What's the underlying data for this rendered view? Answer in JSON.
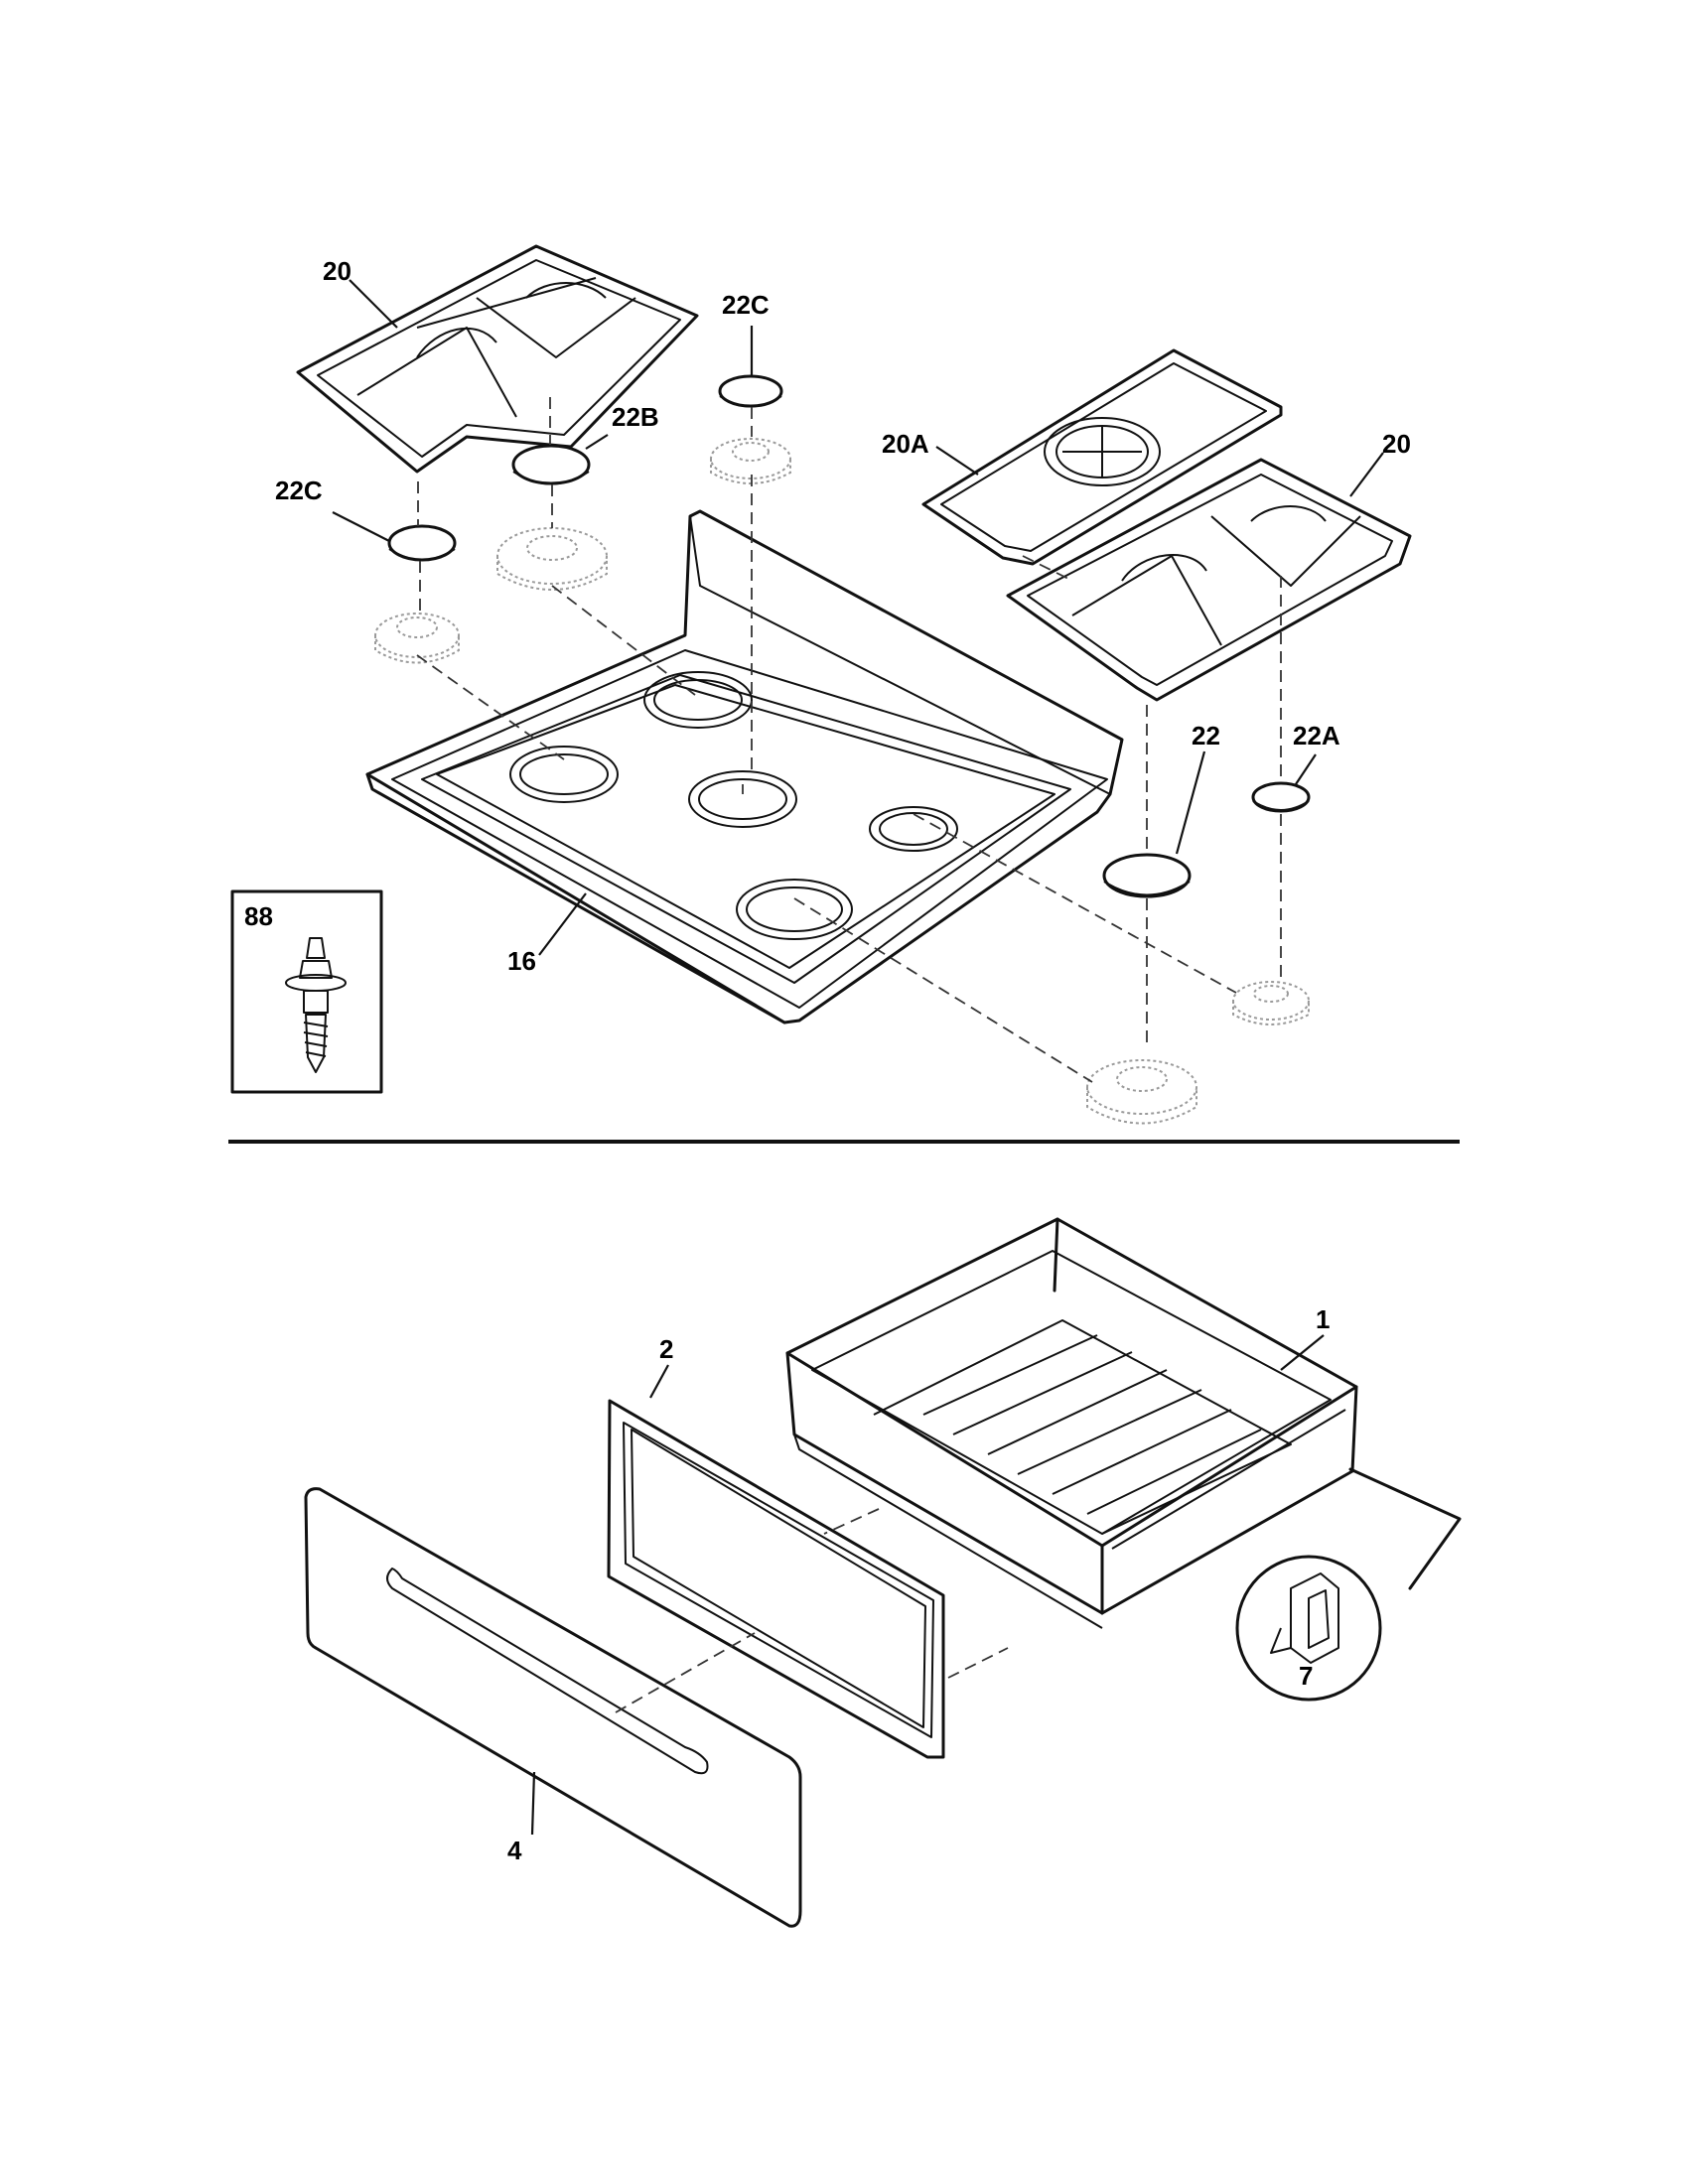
{
  "callouts": {
    "grate_left": "20",
    "grate_right": "20",
    "grate_center": "20A",
    "cap_left": "22C",
    "cap_top": "22C",
    "cap_center": "22B",
    "cap_large": "22",
    "cap_right": "22A",
    "cooktop": "16",
    "screw_detail": "88",
    "drawer_body": "1",
    "drawer_liner": "2",
    "drawer_front": "4",
    "clip_detail": "7"
  }
}
